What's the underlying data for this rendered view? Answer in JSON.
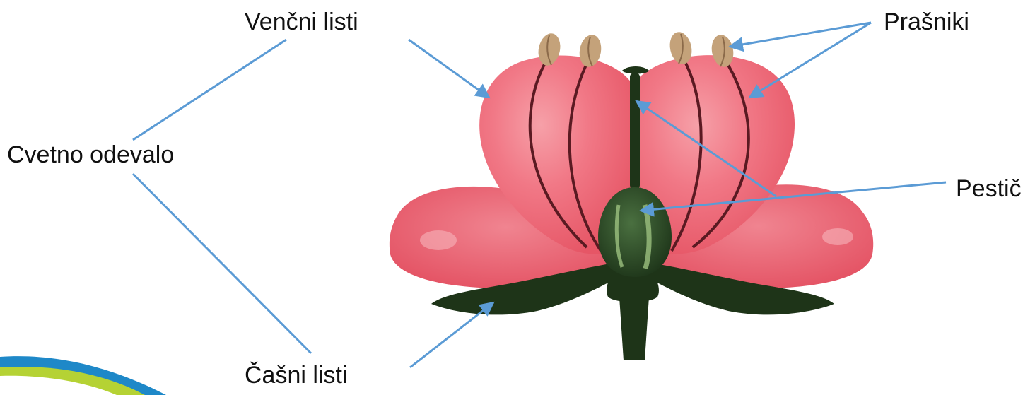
{
  "labels": {
    "petals": "Venčni listi",
    "stamens": "Prašniki",
    "perianth": "Cvetno odevalo",
    "pistil": "Pestič",
    "sepals": "Čašni listi"
  },
  "colors": {
    "petal": "#ef6070",
    "petal_highlight": "#f6a0a8",
    "sepal": "#1e3418",
    "pistil": "#2a4a24",
    "pistil_highlight": "#9cc080",
    "filament": "#5a1a22",
    "anther": "#c4a27a",
    "pointer_line": "#5b9bd5",
    "decoration_blue": "#1e88c8",
    "decoration_green": "#b5d234"
  }
}
